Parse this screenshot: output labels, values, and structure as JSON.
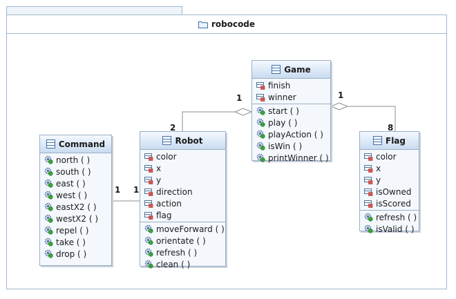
{
  "package": {
    "name": "robocode",
    "icon": "folder-icon"
  },
  "classes": {
    "game": {
      "name": "Game",
      "icon": "class-icon",
      "attributes": [
        "finish",
        "winner"
      ],
      "operations": [
        "start ( )",
        "play ( )",
        "playAction ( )",
        "isWin ( )",
        "printWinner ( )"
      ]
    },
    "command": {
      "name": "Command",
      "icon": "class-icon",
      "attributes": [],
      "operations": [
        "north ( )",
        "south ( )",
        "east ( )",
        "west ( )",
        "eastX2 ( )",
        "westX2 ( )",
        "repel ( )",
        "take ( )",
        "drop ( )"
      ]
    },
    "robot": {
      "name": "Robot",
      "icon": "class-icon",
      "attributes": [
        "color",
        "x",
        "y",
        "direction",
        "action",
        "flag"
      ],
      "operations": [
        "moveForward ( )",
        "orientate ( )",
        "refresh ( )",
        "clean ( )"
      ]
    },
    "flag": {
      "name": "Flag",
      "icon": "class-icon",
      "attributes": [
        "color",
        "x",
        "y",
        "isOwned",
        "isScored"
      ],
      "operations": [
        "refresh ( )",
        "isValid ( )"
      ]
    }
  },
  "multiplicities": {
    "game_robot": "1",
    "robot_game": "2",
    "game_flag": "1",
    "flag_game": "8",
    "command_robot": "1",
    "robot_command": "1"
  },
  "member_icons": {
    "attribute": "private-attribute-icon",
    "operation": "public-operation-icon"
  },
  "colors": {
    "class_fill": "#f4f8fd",
    "class_border": "#9aaec4",
    "attribute_marker": "#d9534f",
    "operation_marker": "#3aa23a",
    "line": "#8c8c8c"
  }
}
